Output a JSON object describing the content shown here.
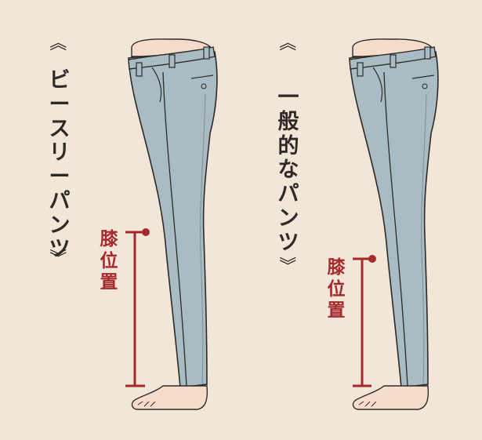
{
  "panels": [
    {
      "title": "ビースリーパンツ",
      "open_mark": "《",
      "close_mark": "》",
      "knee_label": "膝位置"
    },
    {
      "title": "一般的なパンツ",
      "open_mark": "《",
      "close_mark": "》",
      "knee_label": "膝位置"
    }
  ],
  "colors": {
    "background": "#f2e6d8",
    "pants": "#a9bcc4",
    "outline": "#2e2a28",
    "accent": "#a42a2e",
    "skin": "#f5dccb"
  }
}
